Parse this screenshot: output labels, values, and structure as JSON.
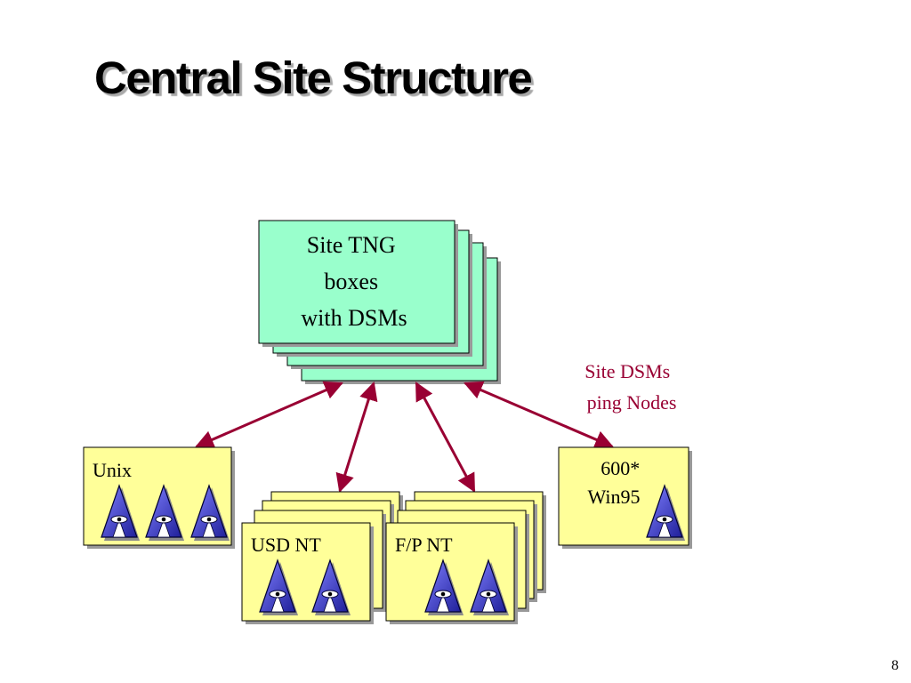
{
  "slide": {
    "title": "Central Site Structure",
    "page_number": "8"
  },
  "central_box": {
    "lines": [
      "Site TNG",
      "boxes",
      "with DSMs"
    ]
  },
  "annotation": {
    "lines": [
      "Site DSMs",
      "ping Nodes"
    ]
  },
  "nodes": {
    "unix": {
      "label": "Unix"
    },
    "usd_nt": {
      "label": "USD NT"
    },
    "fp_nt": {
      "label": "F/P NT"
    },
    "win95": {
      "lines": [
        "600*",
        "Win95"
      ]
    }
  },
  "colors": {
    "central_fill": "#99ffcc",
    "node_fill": "#ffff99",
    "arrow": "#990033",
    "annotation_text": "#990033",
    "agent_icon_fill": "#3333cc",
    "shadow": "#999999"
  },
  "icons": {
    "agent": "eye-pyramid-agent-icon"
  }
}
